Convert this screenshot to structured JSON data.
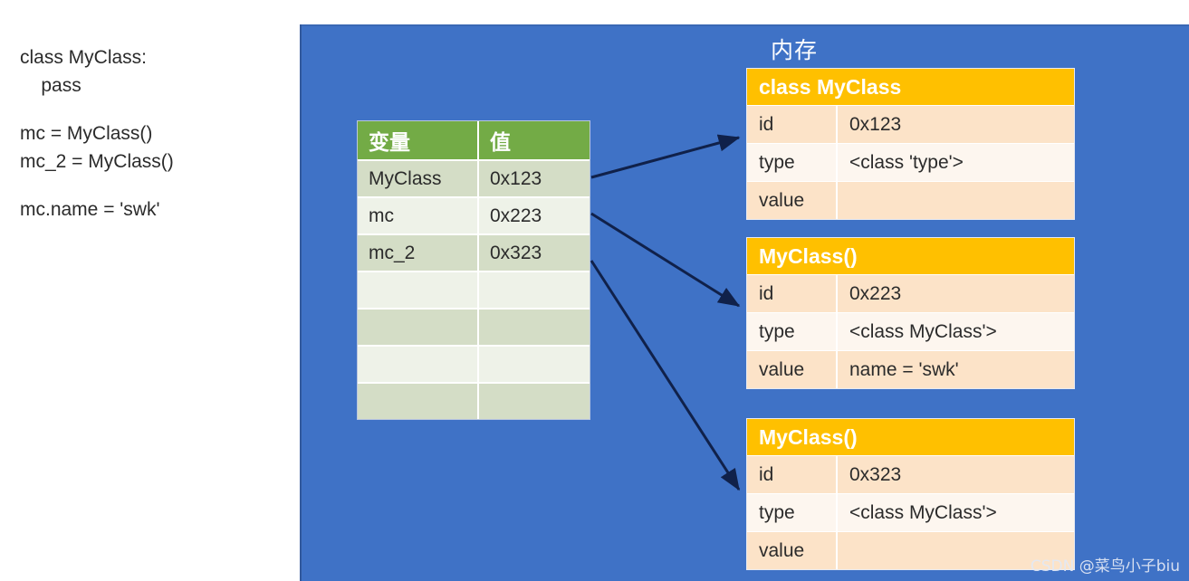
{
  "code_panel": {
    "lines": [
      "class MyClass:",
      "    pass",
      "",
      "mc = MyClass()",
      "mc_2 = MyClass()",
      "",
      "mc.name = 'swk'"
    ]
  },
  "stage": {
    "memory_caption": "内存",
    "background_color": "#3f72c6"
  },
  "var_table": {
    "headers": [
      "变量",
      "值"
    ],
    "header_color": "#73ab46",
    "rows": [
      {
        "name": "MyClass",
        "value": "0x123"
      },
      {
        "name": "mc",
        "value": "0x223"
      },
      {
        "name": "mc_2",
        "value": "0x323"
      },
      {
        "name": "",
        "value": ""
      },
      {
        "name": "",
        "value": ""
      },
      {
        "name": "",
        "value": ""
      },
      {
        "name": "",
        "value": ""
      }
    ]
  },
  "memory_boxes": [
    {
      "title": "class MyClass",
      "header_color": "#ffc000",
      "rows": [
        {
          "key": "id",
          "value": "0x123"
        },
        {
          "key": "type",
          "value": "<class 'type'>"
        },
        {
          "key": "value",
          "value": ""
        }
      ]
    },
    {
      "title": "MyClass()",
      "header_color": "#ffc000",
      "rows": [
        {
          "key": "id",
          "value": "0x223"
        },
        {
          "key": "type",
          "value": "<class MyClass'>"
        },
        {
          "key": "value",
          "value": "name = 'swk'"
        }
      ]
    },
    {
      "title": "MyClass()",
      "header_color": "#ffc000",
      "rows": [
        {
          "key": "id",
          "value": "0x323"
        },
        {
          "key": "type",
          "value": "<class MyClass'>"
        },
        {
          "key": "value",
          "value": ""
        }
      ]
    }
  ],
  "watermark": {
    "text": "CSDN @菜鸟小子biu"
  }
}
